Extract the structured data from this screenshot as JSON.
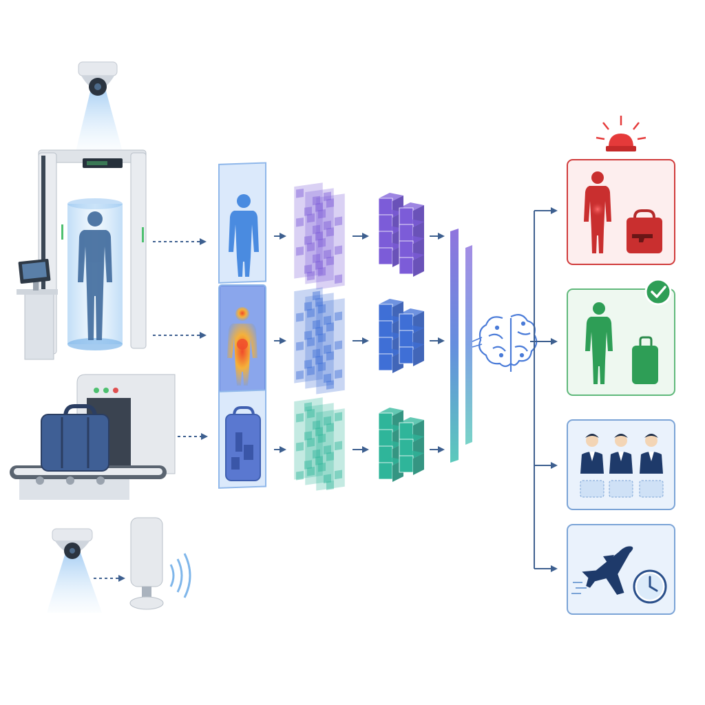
{
  "colors": {
    "background": "#ffffff",
    "arrow": "#3d5f8f",
    "body_scan": "#4a7bd8",
    "heatmap": "#e8a030",
    "luggage_scan": "#4a6ad0",
    "purple_features": "#7c5cd8",
    "blue_features": "#3f6fd6",
    "teal_features": "#2fb59a",
    "alert_red": "#d03a3a",
    "alert_bg": "#fdeeee",
    "clear_green": "#2e9e56",
    "clear_bg": "#eef8f0",
    "staff_navy": "#1e3a6a",
    "info_bg": "#eaf2fc",
    "info_border": "#7aa3d6"
  },
  "icons": {
    "ceiling_camera": "security-camera-icon",
    "body_scanner": "walk-through-body-scanner-icon",
    "xray": "baggage-xray-machine-icon",
    "sensor": "cylindrical-sensor-icon",
    "fusion": "brain-icon",
    "alarm": "alarm-beacon-icon",
    "check": "check-circle-icon",
    "flight": "airplane-icon",
    "clock": "clock-icon"
  },
  "nodes": {
    "inputs": [
      "ceiling-camera",
      "body-scanner",
      "baggage-xray",
      "camera-sensor"
    ],
    "modal_scans": [
      "body-scan",
      "thermal-heatmap",
      "luggage-xray-scan"
    ],
    "outputs": [
      "threat-alert",
      "passenger-cleared",
      "staff-allocation",
      "flight-timing"
    ]
  }
}
